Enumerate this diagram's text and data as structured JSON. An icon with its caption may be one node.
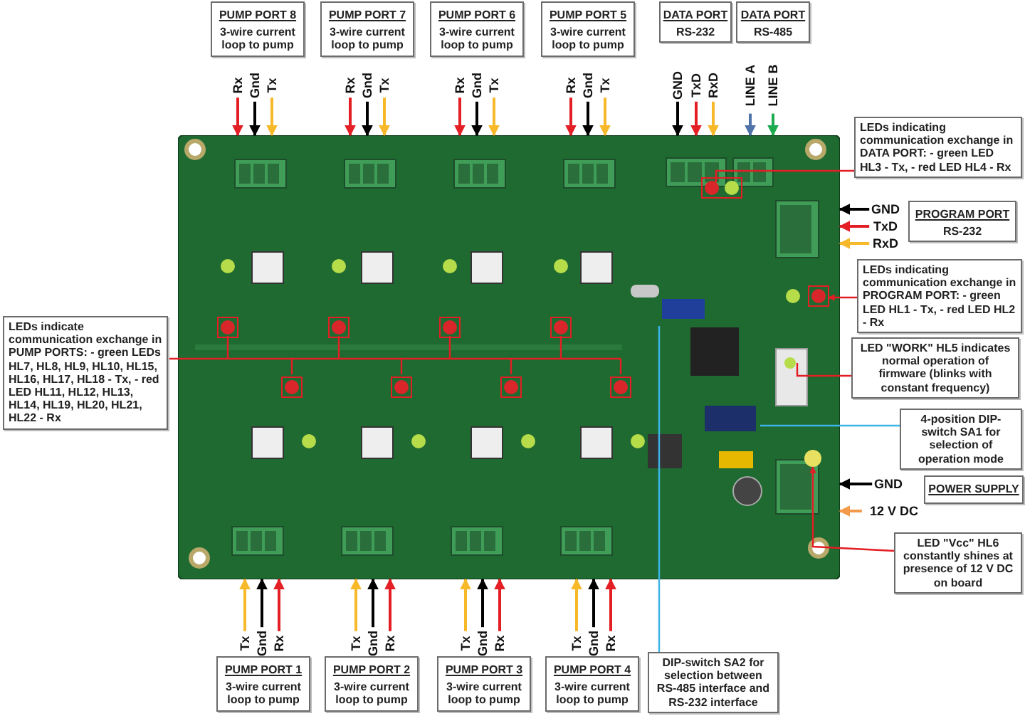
{
  "diagram": {
    "nodes": [
      {
        "text": [
          "PUMP PORT 8",
          "3-wire current loop to pump"
        ]
      },
      {
        "text": [
          "PUMP PORT 7",
          "3-wire current loop to pump"
        ]
      },
      {
        "text": [
          "PUMP PORT 6",
          "3-wire current loop to pump"
        ]
      },
      {
        "text": [
          "PUMP PORT 5",
          "3-wire current loop to pump"
        ]
      },
      {
        "text": [
          "DATA PORT",
          "RS-232"
        ]
      },
      {
        "text": [
          "DATA PORT",
          "RS-485"
        ]
      },
      {
        "text": [
          "LEDs indicating communication exchange in DATA PORT: - green LED HL3 - Tx, - red LED HL4 - Rx"
        ]
      },
      {
        "text": [
          "PROGRAM PORT",
          "RS-232"
        ]
      },
      {
        "text": [
          "LEDs indicating communication exchange in PROGRAM PORT: - green LED HL1 - Tx, - red LED HL2 - Rx"
        ]
      },
      {
        "text": [
          "LEDs indicate communication exchange in PUMP PORTS: - green LEDs HL7, HL8, HL9, HL10, HL15, HL16, HL17, HL18 - Tx, - red LED HL11, HL12, HL13, HL14, HL19, HL20, HL21, HL22 - Rx"
        ]
      },
      {
        "text": [
          "LED \"WORK\" HL5 indicates normal operation of firmware (blinks with constant frequency)"
        ]
      },
      {
        "text": [
          "4-position DIP-switch SA1 for selection of operation mode"
        ]
      },
      {
        "text": [
          "POWER SUPPLY"
        ]
      },
      {
        "text": [
          "LED \"Vcc\" HL6 constantly shines at presence of 12 V DC on board"
        ]
      },
      {
        "text": [
          "PUMP PORT 1",
          "3-wire current loop to pump"
        ]
      },
      {
        "text": [
          "PUMP PORT 2",
          "3-wire current loop to pump"
        ]
      },
      {
        "text": [
          "PUMP PORT 3",
          "3-wire current loop to pump"
        ]
      },
      {
        "text": [
          "PUMP PORT 4",
          "3-wire current loop to pump"
        ]
      },
      {
        "text": [
          "DIP-switch SA2 for selection between RS-485 interface and RS-232 interface"
        ]
      },
      {
        "text": [],
        "shape": "picture"
      },
      {
        "text": [
          "Rx"
        ]
      },
      {
        "text": [
          "Gnd"
        ]
      },
      {
        "text": [
          "Tx"
        ]
      },
      {
        "text": [
          "Rx"
        ]
      },
      {
        "text": [
          "Gnd"
        ]
      },
      {
        "text": [
          "Tx"
        ]
      },
      {
        "text": [
          "Rx"
        ]
      },
      {
        "text": [
          "Gnd"
        ]
      },
      {
        "text": [
          "Tx"
        ]
      },
      {
        "text": [
          "Rx"
        ]
      },
      {
        "text": [
          "Gnd"
        ]
      },
      {
        "text": [
          "Tx"
        ]
      },
      {
        "text": [
          "GND"
        ]
      },
      {
        "text": [
          "TxD"
        ]
      },
      {
        "text": [
          "RxD"
        ]
      },
      {
        "text": [
          "LINE A"
        ]
      },
      {
        "text": [
          "LINE B"
        ]
      },
      {
        "text": [
          "GND"
        ]
      },
      {
        "text": [
          "TxD"
        ]
      },
      {
        "text": [
          "RxD"
        ]
      },
      {
        "text": [
          "GND"
        ]
      },
      {
        "text": [
          "12 V DC"
        ]
      },
      {
        "text": [
          "Tx"
        ]
      },
      {
        "text": [
          "Gnd"
        ]
      },
      {
        "text": [
          "Rx"
        ]
      },
      {
        "text": [
          "Tx"
        ]
      },
      {
        "text": [
          "Gnd"
        ]
      },
      {
        "text": [
          "Rx"
        ]
      },
      {
        "text": [
          "Tx"
        ]
      },
      {
        "text": [
          "Gnd"
        ]
      },
      {
        "text": [
          "Rx"
        ]
      },
      {
        "text": [
          "Tx"
        ]
      },
      {
        "text": [
          "Gnd"
        ]
      },
      {
        "text": [
          "Rx"
        ]
      }
    ],
    "edges": [
      {
        "from": 20,
        "to": 19,
        "arrow": "to",
        "color": "#e31e24"
      },
      {
        "from": 21,
        "to": 19,
        "arrow": "to",
        "color": "#000000"
      },
      {
        "from": 22,
        "to": 19,
        "arrow": "to",
        "color": "#f7b82a"
      },
      {
        "from": 23,
        "to": 19,
        "arrow": "to",
        "color": "#e31e24"
      },
      {
        "from": 24,
        "to": 19,
        "arrow": "to",
        "color": "#000000"
      },
      {
        "from": 25,
        "to": 19,
        "arrow": "to",
        "color": "#f7b82a"
      },
      {
        "from": 26,
        "to": 19,
        "arrow": "to",
        "color": "#e31e24"
      },
      {
        "from": 27,
        "to": 19,
        "arrow": "to",
        "color": "#000000"
      },
      {
        "from": 28,
        "to": 19,
        "arrow": "to",
        "color": "#f7b82a"
      },
      {
        "from": 29,
        "to": 19,
        "arrow": "to",
        "color": "#e31e24"
      },
      {
        "from": 30,
        "to": 19,
        "arrow": "to",
        "color": "#000000"
      },
      {
        "from": 31,
        "to": 19,
        "arrow": "to",
        "color": "#f7b82a"
      },
      {
        "from": 32,
        "to": 19,
        "arrow": "to",
        "color": "#000000"
      },
      {
        "from": 33,
        "to": 19,
        "arrow": "to",
        "color": "#e31e24"
      },
      {
        "from": 34,
        "to": 19,
        "arrow": "to",
        "color": "#f7b82a"
      },
      {
        "from": 35,
        "to": 19,
        "arrow": "to",
        "color": "#4f72a8"
      },
      {
        "from": 36,
        "to": 19,
        "arrow": "to",
        "color": "#1eaa4e"
      },
      {
        "from": 37,
        "to": 19,
        "arrow": "to",
        "color": "#000000"
      },
      {
        "from": 38,
        "to": 19,
        "arrow": "to",
        "color": "#e31e24"
      },
      {
        "from": 39,
        "to": 19,
        "arrow": "to",
        "color": "#f7b82a"
      },
      {
        "from": 40,
        "to": 19,
        "arrow": "to",
        "color": "#000000"
      },
      {
        "from": 41,
        "to": 19,
        "arrow": "to",
        "color": "#f39a4a"
      },
      {
        "from": 42,
        "to": 19,
        "arrow": "to",
        "color": "#f7b82a"
      },
      {
        "from": 43,
        "to": 19,
        "arrow": "to",
        "color": "#000000"
      },
      {
        "from": 44,
        "to": 19,
        "arrow": "to",
        "color": "#e31e24"
      },
      {
        "from": 45,
        "to": 19,
        "arrow": "to",
        "color": "#f7b82a"
      },
      {
        "from": 46,
        "to": 19,
        "arrow": "to",
        "color": "#000000"
      },
      {
        "from": 47,
        "to": 19,
        "arrow": "to",
        "color": "#e31e24"
      },
      {
        "from": 48,
        "to": 19,
        "arrow": "to",
        "color": "#f7b82a"
      },
      {
        "from": 49,
        "to": 19,
        "arrow": "to",
        "color": "#000000"
      },
      {
        "from": 50,
        "to": 19,
        "arrow": "to",
        "color": "#e31e24"
      },
      {
        "from": 51,
        "to": 19,
        "arrow": "to",
        "color": "#f7b82a"
      },
      {
        "from": 52,
        "to": 19,
        "arrow": "to",
        "color": "#000000"
      },
      {
        "from": 53,
        "to": 19,
        "arrow": "to",
        "color": "#e31e24"
      },
      {
        "from": 6,
        "to": 19,
        "arrow": "none",
        "color": "#e31e24"
      },
      {
        "from": 8,
        "to": 19,
        "arrow": "to",
        "color": "#e31e24"
      },
      {
        "from": 9,
        "to": 19,
        "arrow": "none",
        "color": "#e31e24"
      },
      {
        "from": 10,
        "to": 19,
        "arrow": "none",
        "color": "#e31e24"
      },
      {
        "from": 11,
        "to": 19,
        "arrow": "none",
        "color": "#3cb4e6"
      },
      {
        "from": 18,
        "to": 19,
        "arrow": "none",
        "color": "#3cb4e6"
      },
      {
        "from": 13,
        "to": 19,
        "arrow": "to",
        "color": "#e31e24"
      }
    ]
  }
}
